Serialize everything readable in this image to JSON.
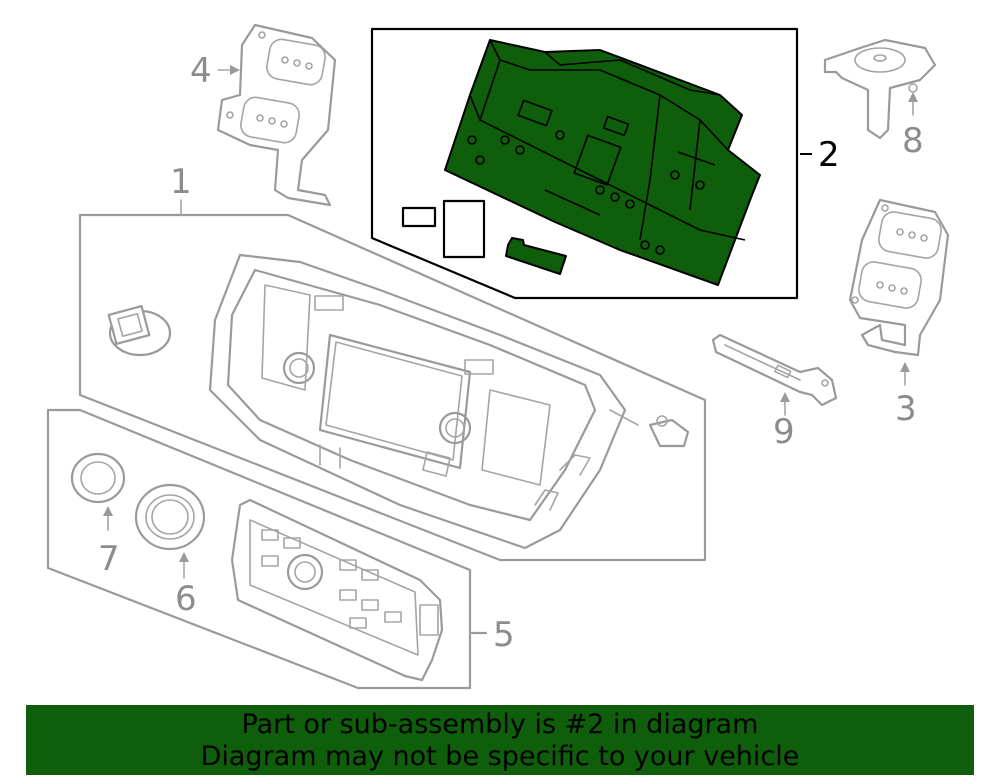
{
  "diagram": {
    "callouts": {
      "c1": "1",
      "c2": "2",
      "c3": "3",
      "c4": "4",
      "c5": "5",
      "c6": "6",
      "c7": "7",
      "c8": "8",
      "c9": "9"
    },
    "highlighted_part": "2",
    "highlight_color": "#0f5e0b",
    "line_color": "#9a9a9a"
  },
  "banner": {
    "line1": "Part or sub-assembly is #2 in diagram",
    "line2": "Diagram may not be specific to your vehicle",
    "background": "#0f5e0b"
  }
}
